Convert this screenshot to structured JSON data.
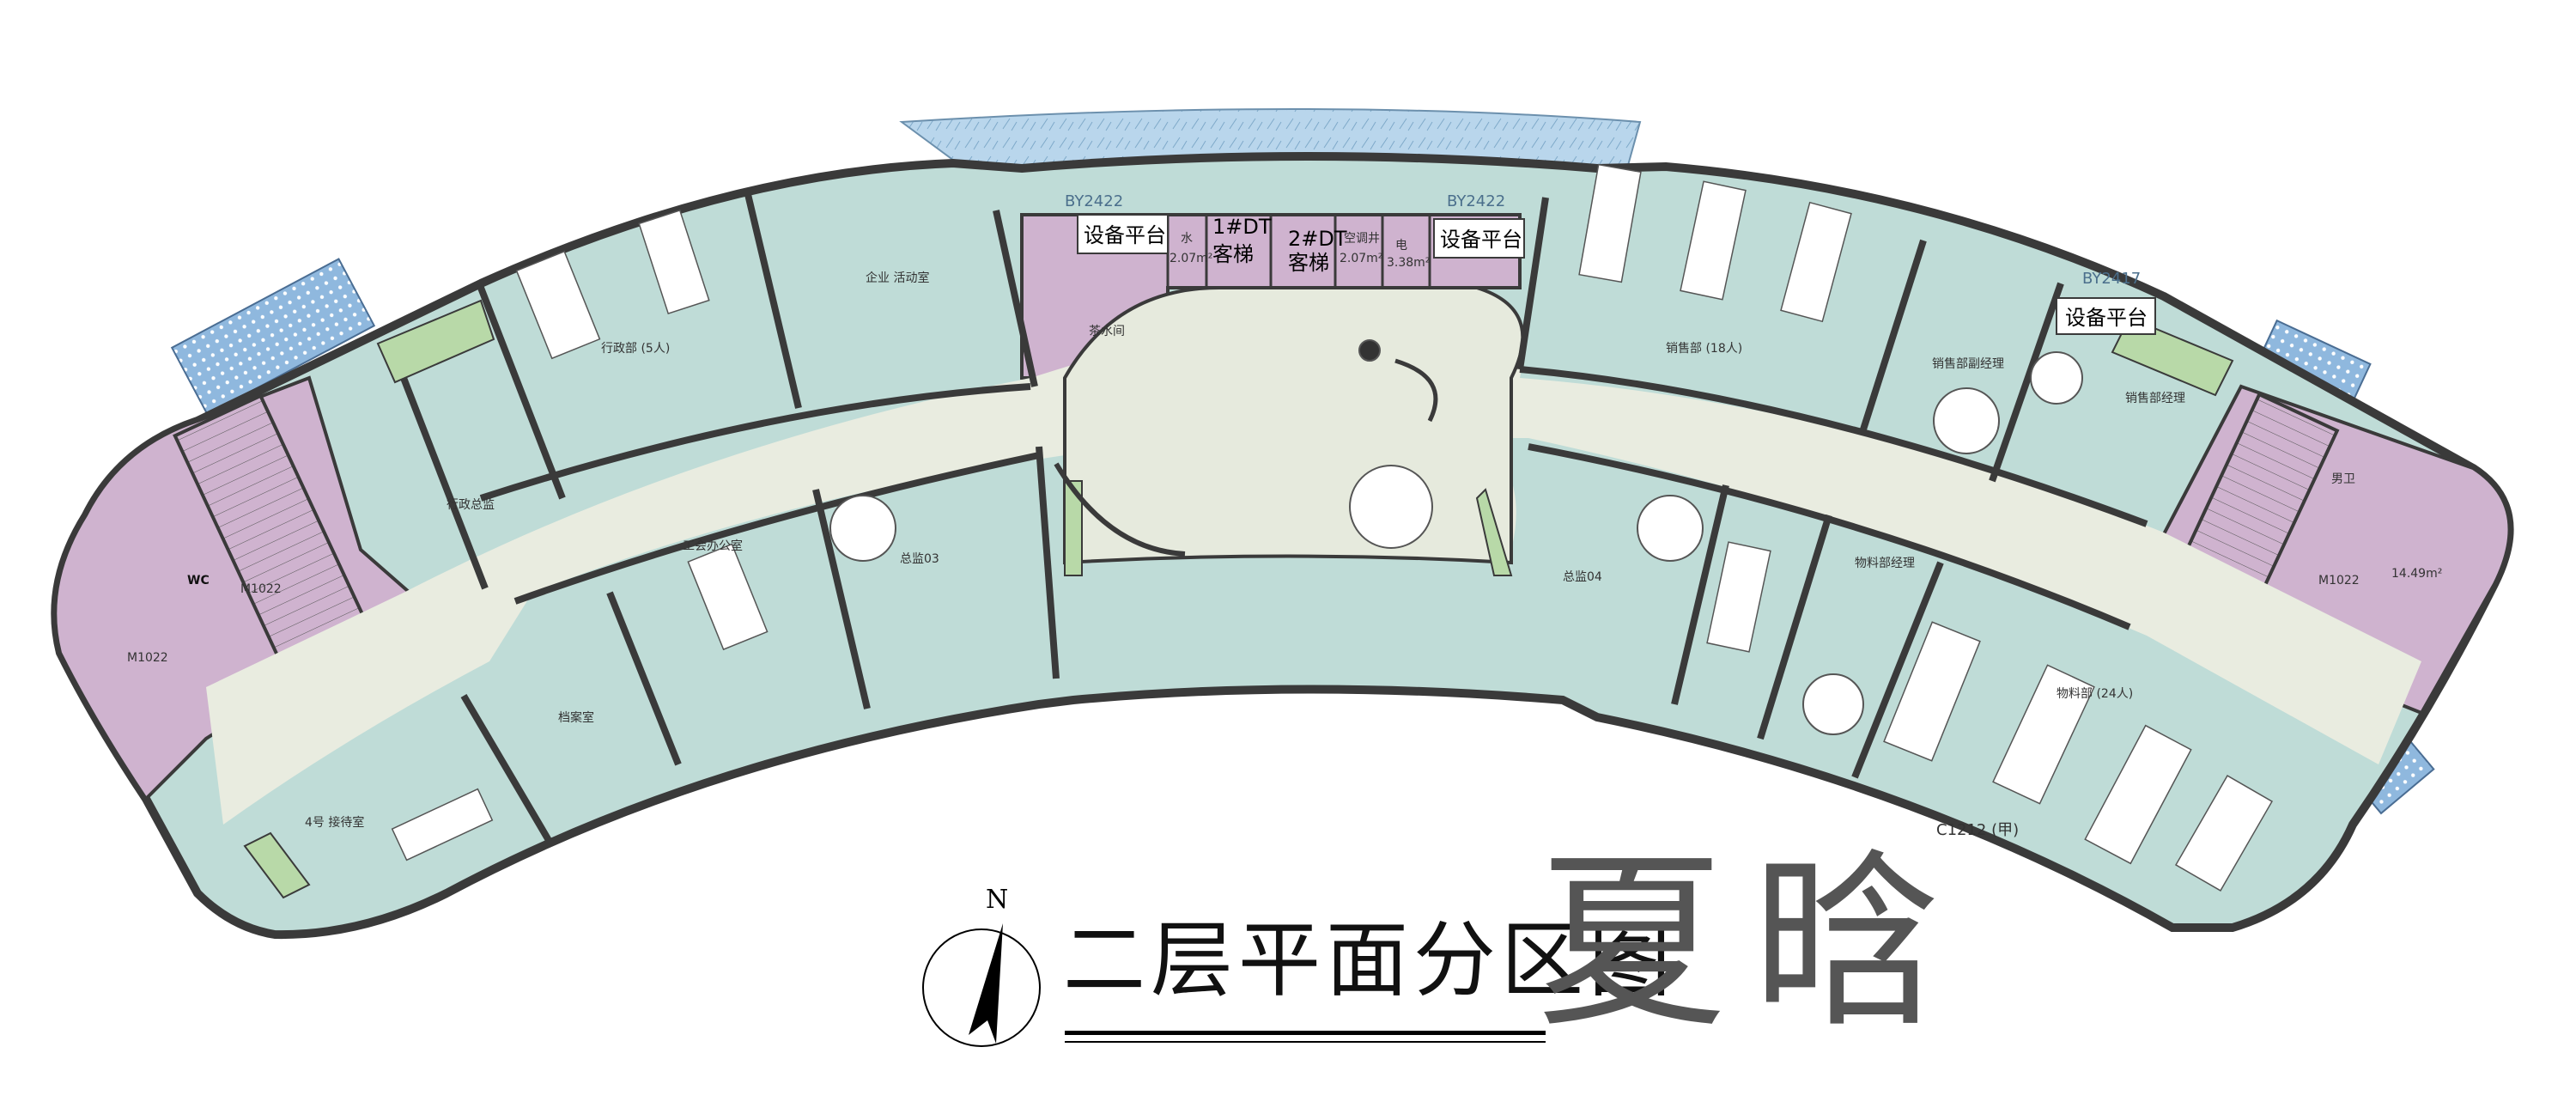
{
  "title": "二层平面分区图",
  "brand": "夏晗",
  "north_label": "N",
  "colors": {
    "office": "#bfdcd7",
    "service": "#cfb3cf",
    "corridor": "#e9ece0",
    "glass": "#b9d6ec",
    "wall": "#3a3a3a",
    "planter": "#b8d9a8"
  },
  "rooms": {
    "enterprise_activity": "企业  活动室",
    "admin_dept": "行政部 (5人)",
    "admin_director": "行政总监",
    "tea_room": "茶水间",
    "sales_dept": "销售部 (18人)",
    "sales_deputy_manager": "销售部副经理",
    "sales_manager": "销售部经理",
    "union_office": "工会办公室",
    "gm03": "总监03",
    "archive": "档案室",
    "reception4": "4号 接待室",
    "gm04": "总监04",
    "materials_manager": "物料部经理",
    "materials_dept": "物料部 (24人)",
    "wc": "WC",
    "mens_wc": "男卫"
  },
  "tags": {
    "equipment_platform_left": "设备平台",
    "equipment_platform_mid": "设备平台",
    "equipment_platform_right": "设备平台",
    "elevator1_a": "1#DT",
    "elevator1_b": "客梯",
    "elevator2_a": "2#DT",
    "elevator2_b": "客梯",
    "shaft_water": "水",
    "shaft_air": "空调井",
    "shaft_elec": "电",
    "area_a": "2.07m²",
    "area_b": "2.07m²",
    "area_c": "3.38m²",
    "area_d": "14.49m²"
  },
  "codes": {
    "by2422_left": "BY2422",
    "by2422_right": "BY2422",
    "by2417": "BY2417",
    "c1212": "C1212 (甲)",
    "m1022_a": "M1022",
    "m1022_b": "M1022",
    "m1022_c": "M1022"
  }
}
